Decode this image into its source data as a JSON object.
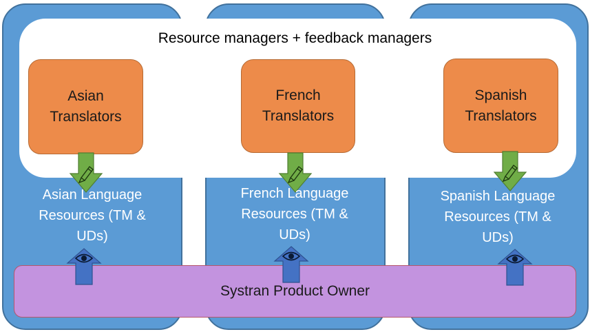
{
  "header": {
    "title": "Resource managers + feedback managers"
  },
  "teams": [
    {
      "name": "Asian\nTranslators",
      "resources": "Asian Language\nResources (TM &\nUDs)"
    },
    {
      "name": "French\nTranslators",
      "resources": "French Language\nResources (TM &\nUDs)"
    },
    {
      "name": "Spanish\nTranslators",
      "resources": "Spanish Language\nResources (TM &\nUDs)"
    }
  ],
  "owner": {
    "label": "Systran Product Owner"
  },
  "icons": {
    "down_arrow": "pen-icon",
    "up_arrow": "eye-icon"
  },
  "colors": {
    "column_blue": "#5b9bd5",
    "translator_orange": "#ed8b4a",
    "owner_purple": "#c393df",
    "down_arrow_green": "#70ad47",
    "up_arrow_blue": "#4472c4"
  }
}
